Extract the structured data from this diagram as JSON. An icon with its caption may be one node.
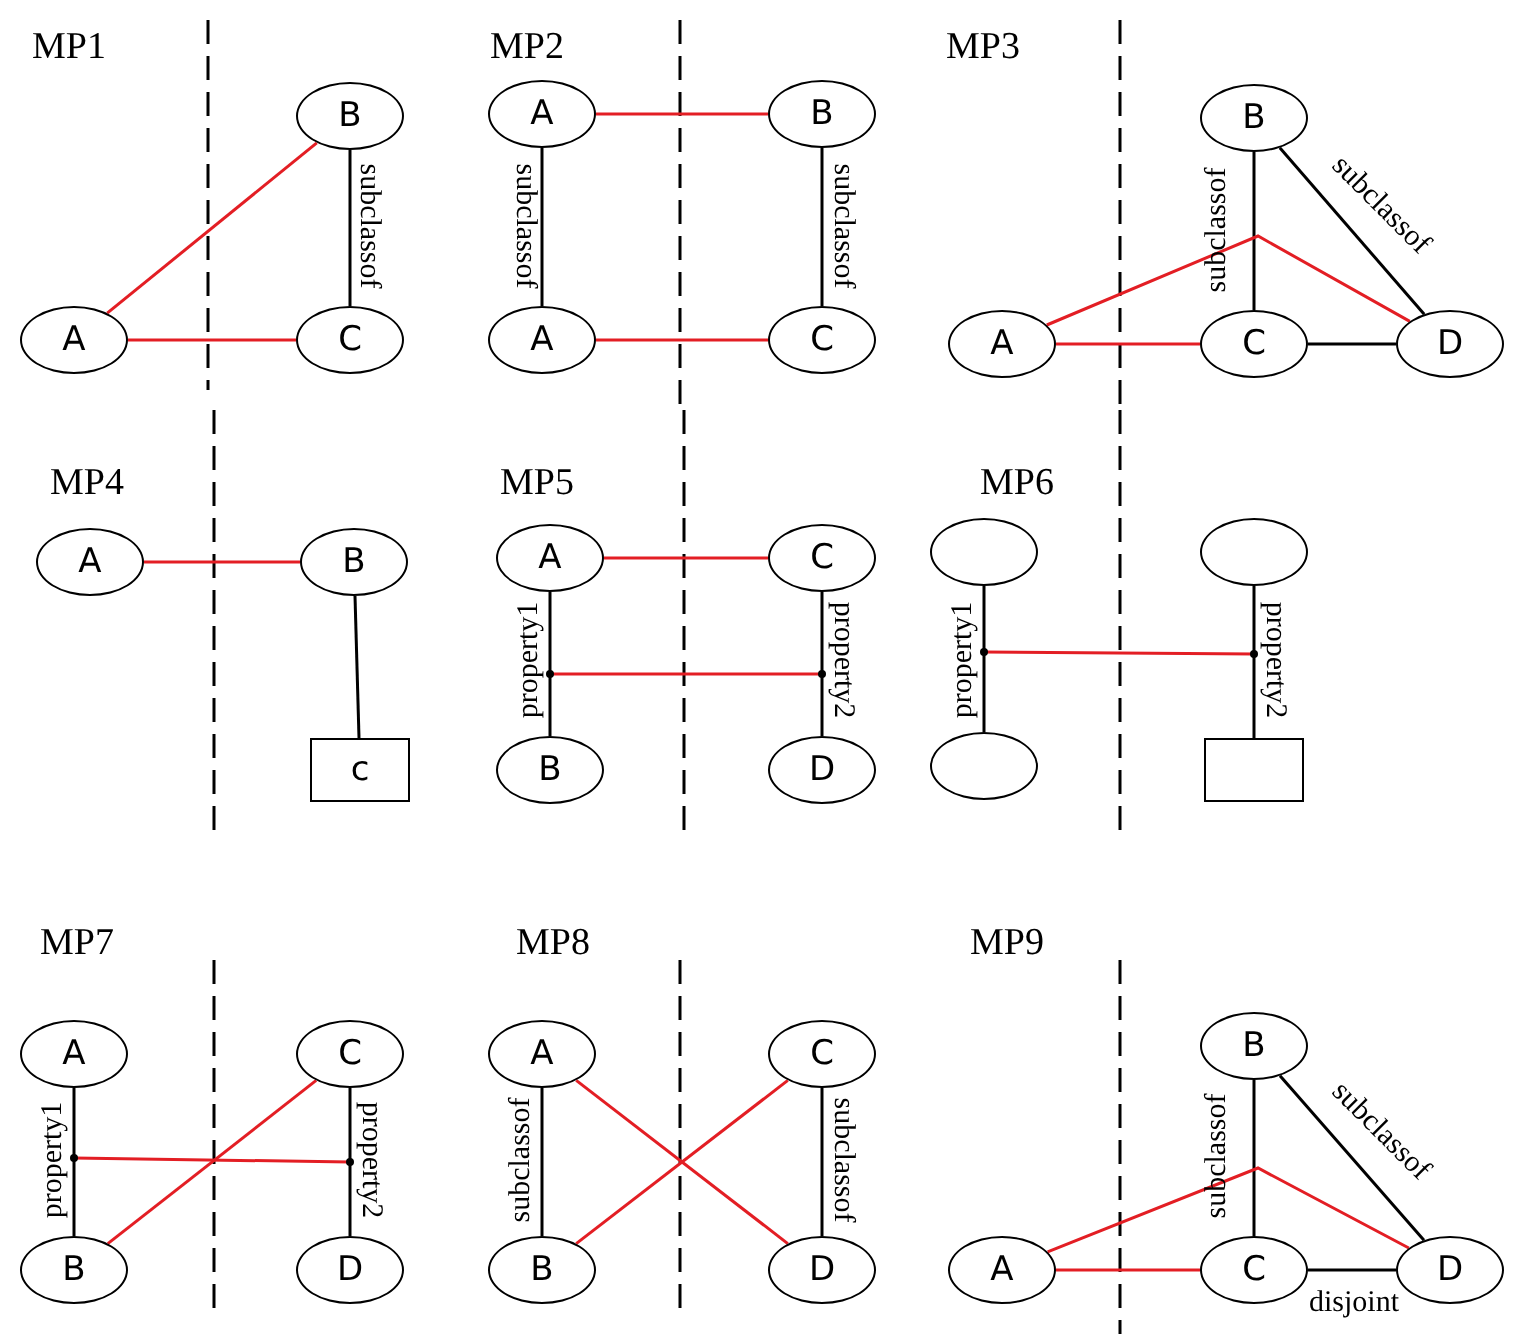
{
  "diagram": {
    "nodes": [
      {
        "text": [
          "B"
        ]
      },
      {
        "text": [
          "A"
        ]
      },
      {
        "text": [
          "C"
        ]
      },
      {
        "text": [
          "A"
        ]
      },
      {
        "text": [
          "B"
        ]
      },
      {
        "text": [
          "A"
        ]
      },
      {
        "text": [
          "C"
        ]
      },
      {
        "text": [
          "B"
        ]
      },
      {
        "text": [
          "A"
        ]
      },
      {
        "text": [
          "C"
        ]
      },
      {
        "text": [
          "D"
        ]
      },
      {
        "text": [
          "A"
        ]
      },
      {
        "text": [
          "B"
        ]
      },
      {
        "text": [
          "c"
        ]
      },
      {
        "text": [
          "A"
        ]
      },
      {
        "text": [
          "C"
        ]
      },
      {
        "text": [
          "B"
        ]
      },
      {
        "text": [
          "D"
        ]
      },
      {
        "text": [],
        "shape": "ellipse"
      },
      {
        "text": [],
        "shape": "ellipse"
      },
      {
        "text": [],
        "shape": "ellipse"
      },
      {
        "text": [],
        "shape": "box"
      },
      {
        "text": [
          "A"
        ]
      },
      {
        "text": [
          "C"
        ]
      },
      {
        "text": [
          "B"
        ]
      },
      {
        "text": [
          "D"
        ]
      },
      {
        "text": [
          "A"
        ]
      },
      {
        "text": [
          "C"
        ]
      },
      {
        "text": [
          "B"
        ]
      },
      {
        "text": [
          "D"
        ]
      },
      {
        "text": [
          "B"
        ]
      },
      {
        "text": [
          "A"
        ]
      },
      {
        "text": [
          "C"
        ]
      },
      {
        "text": [
          "D"
        ]
      },
      {
        "text": [],
        "shape": "point"
      },
      {
        "text": [],
        "shape": "point"
      },
      {
        "text": [],
        "shape": "point"
      },
      {
        "text": [],
        "shape": "point"
      },
      {
        "text": [],
        "shape": "point"
      },
      {
        "text": [],
        "shape": "point"
      }
    ],
    "edges": [
      {
        "from": 1,
        "to": 0,
        "arrow": "none",
        "color": "#e31e24"
      },
      {
        "from": 0,
        "to": 2,
        "arrow": "none",
        "label": "subclassof"
      },
      {
        "from": 1,
        "to": 2,
        "arrow": "none",
        "color": "#e31e24"
      },
      {
        "from": 3,
        "to": 4,
        "arrow": "none",
        "color": "#e31e24"
      },
      {
        "from": 3,
        "to": 5,
        "arrow": "none",
        "label": "subclassof"
      },
      {
        "from": 4,
        "to": 6,
        "arrow": "none",
        "label": "subclassof"
      },
      {
        "from": 5,
        "to": 6,
        "arrow": "none",
        "color": "#e31e24"
      },
      {
        "from": 7,
        "to": 9,
        "arrow": "none",
        "label": "subclassof"
      },
      {
        "from": 7,
        "to": 10,
        "arrow": "none",
        "label": "subclassof"
      },
      {
        "from": 9,
        "to": 10,
        "arrow": "none"
      },
      {
        "from": 8,
        "to": 9,
        "arrow": "none",
        "color": "#e31e24"
      },
      {
        "from": 8,
        "to": 10,
        "arrow": "none",
        "color": "#e31e24"
      },
      {
        "from": 11,
        "to": 12,
        "arrow": "none",
        "color": "#e31e24"
      },
      {
        "from": 12,
        "to": 13,
        "arrow": "none"
      },
      {
        "from": 14,
        "to": 15,
        "arrow": "none",
        "color": "#e31e24"
      },
      {
        "from": 14,
        "to": 16,
        "arrow": "none",
        "label": "property1"
      },
      {
        "from": 15,
        "to": 17,
        "arrow": "none",
        "label": "property2"
      },
      {
        "from": 34,
        "to": 35,
        "arrow": "none",
        "color": "#e31e24"
      },
      {
        "from": 18,
        "to": 20,
        "arrow": "none",
        "label": "property1"
      },
      {
        "from": 19,
        "to": 21,
        "arrow": "none",
        "label": "property2"
      },
      {
        "from": 36,
        "to": 37,
        "arrow": "none",
        "color": "#e31e24"
      },
      {
        "from": 22,
        "to": 24,
        "arrow": "none",
        "label": "property1"
      },
      {
        "from": 23,
        "to": 25,
        "arrow": "none",
        "label": "property2"
      },
      {
        "from": 24,
        "to": 23,
        "arrow": "none",
        "color": "#e31e24"
      },
      {
        "from": 38,
        "to": 39,
        "arrow": "none",
        "color": "#e31e24"
      },
      {
        "from": 26,
        "to": 28,
        "arrow": "none",
        "label": "subclassof"
      },
      {
        "from": 27,
        "to": 29,
        "arrow": "none",
        "label": "subclassof"
      },
      {
        "from": 26,
        "to": 29,
        "arrow": "none",
        "color": "#e31e24"
      },
      {
        "from": 28,
        "to": 27,
        "arrow": "none",
        "color": "#e31e24"
      },
      {
        "from": 30,
        "to": 32,
        "arrow": "none",
        "label": "subclassof"
      },
      {
        "from": 30,
        "to": 33,
        "arrow": "none",
        "label": "subclassof"
      },
      {
        "from": 32,
        "to": 33,
        "arrow": "none",
        "label": "disjoint"
      },
      {
        "from": 31,
        "to": 32,
        "arrow": "none",
        "color": "#e31e24"
      },
      {
        "from": 31,
        "to": 33,
        "arrow": "none",
        "color": "#e31e24"
      }
    ],
    "labels": [
      "MP1",
      "MP2",
      "MP3",
      "MP4",
      "MP5",
      "MP6",
      "MP7",
      "MP8",
      "MP9"
    ]
  }
}
